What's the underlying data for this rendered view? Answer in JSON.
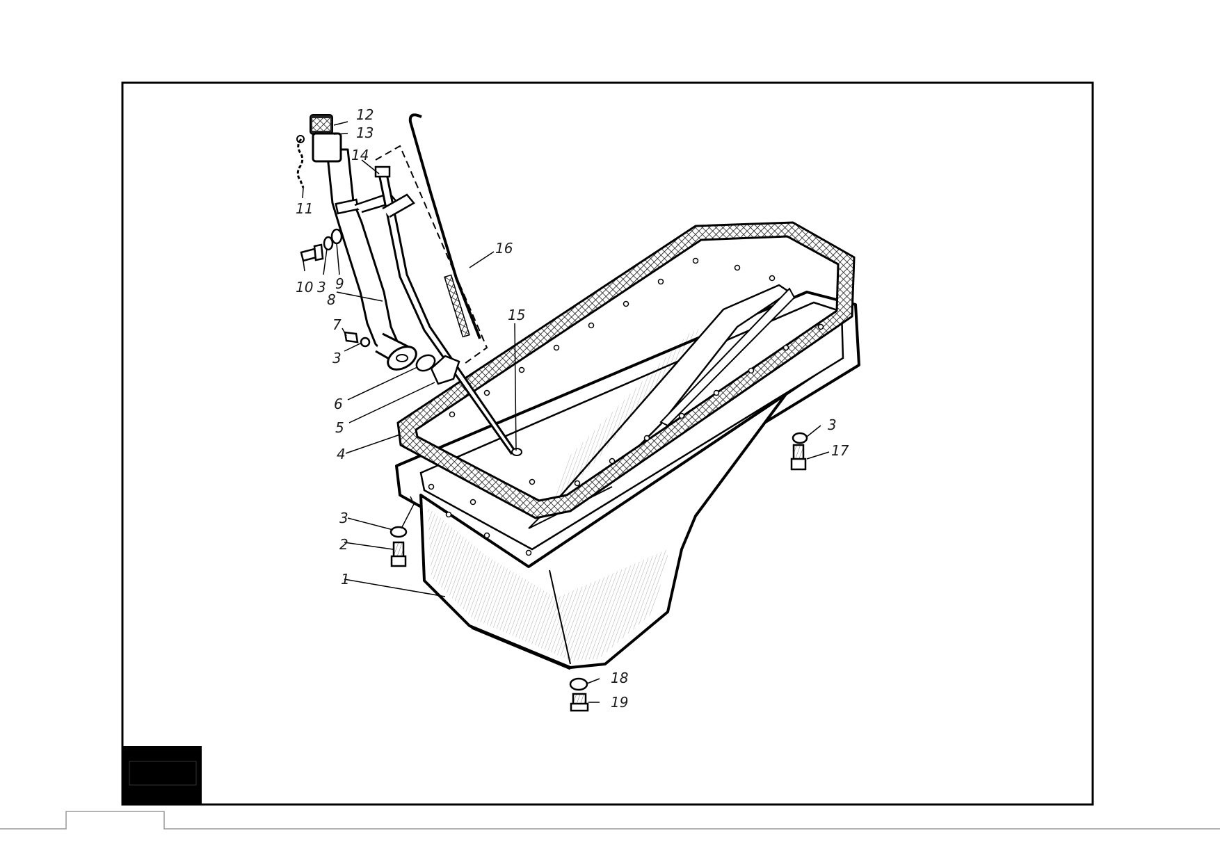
{
  "drawing": {
    "title": "",
    "labels": [
      "1",
      "2",
      "3",
      "3",
      "3",
      "3",
      "4",
      "5",
      "6",
      "7",
      "8",
      "9",
      "10",
      "11",
      "12",
      "13",
      "14",
      "15",
      "16",
      "17",
      "18",
      "19"
    ]
  }
}
